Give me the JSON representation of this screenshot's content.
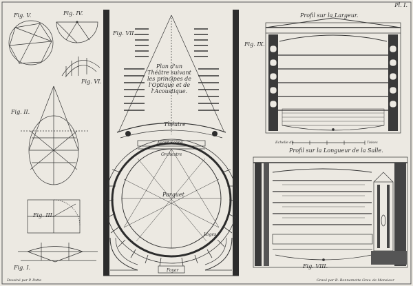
{
  "plate_label": "Pl. I.",
  "figures": {
    "fig1": "Fig. I.",
    "fig2": "Fig. II.",
    "fig3": "Fig. III.",
    "fig4": "Fig. IV.",
    "fig5": "Fig. V.",
    "fig6": "Fig. VI.",
    "fig7": "Fig. VII.",
    "fig8": "Fig. VIII.",
    "fig9": "Fig. IX."
  },
  "plan": {
    "title": "Plan d'un Théâtre suivant les principes de l'Optique et de l'Acoustique.",
    "theatre": "Théatre",
    "avant_scene": "Avant Scène",
    "orchestre": "Orchestre",
    "parquet": "Parquet",
    "loges": "Loges",
    "foyer": "Foyer"
  },
  "profile_width": {
    "title": "Profil sur la Largeur."
  },
  "profile_length": {
    "title": "Profil sur la Longueur de la Salle."
  },
  "scale_label": "Echelle de",
  "scale_unit": "Toises",
  "credits": {
    "left": "Dessiné par P. Patte",
    "right": "Gravé par B. Bonnemotte Grav. de Monsieur"
  }
}
